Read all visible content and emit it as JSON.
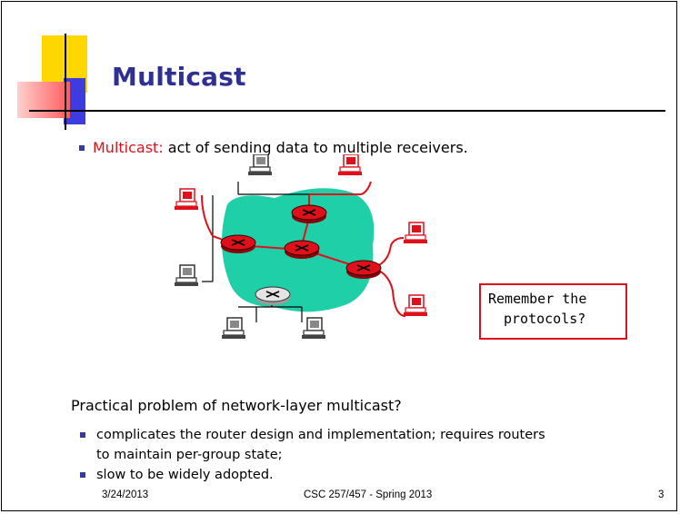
{
  "slide": {
    "title": "Multicast",
    "intro_term": "Multicast:",
    "intro_rest": " act of sending data to multiple receivers.",
    "question": "Practical problem of network-layer multicast?",
    "bullets": [
      "complicates the router design and implementation; requires routers",
      "to maintain per-group state;",
      "slow to be widely adopted."
    ],
    "callout": {
      "line1": "Remember the",
      "line2": "protocols?"
    },
    "footer": {
      "date": "3/24/2013",
      "course": "CSC 257/457 - Spring 2013",
      "page": "3"
    }
  },
  "colors": {
    "title": "#2e3192",
    "highlight_red": "#e0101a",
    "network_cloud": "#1fcfa8",
    "router_active": "#e0101a",
    "router_idle": "#d8d8d8",
    "deco_yellow": "#ffd700",
    "deco_blue": "#3c3ce0",
    "deco_red": "#ff6a6a"
  },
  "icons": [
    "router-icon",
    "computer-icon",
    "square-bullet-icon"
  ]
}
